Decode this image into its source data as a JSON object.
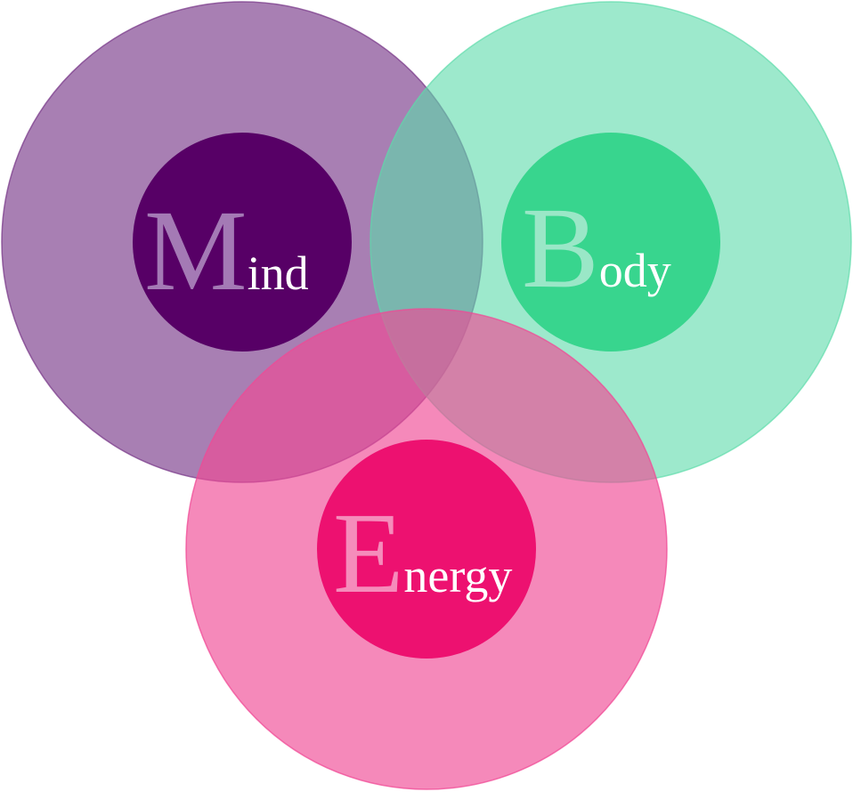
{
  "diagram": {
    "circles": [
      {
        "id": "mind",
        "initial": "M",
        "rest": "ind",
        "outer_color": "#7a3a8a",
        "outer_opacity": 0.65,
        "inner_color": "#570066",
        "initial_color": "#a47ab5",
        "text_color": "#ffffff"
      },
      {
        "id": "body",
        "initial": "B",
        "rest": "ody",
        "outer_color": "#5cdbaa",
        "outer_opacity": 0.6,
        "inner_color": "#38d58e",
        "initial_color": "#9ae7c7",
        "text_color": "#ffffff"
      },
      {
        "id": "energy",
        "initial": "E",
        "rest": "nergy",
        "outer_color": "#f04a95",
        "outer_opacity": 0.65,
        "inner_color": "#ed1170",
        "initial_color": "#f58cbb",
        "text_color": "#ffffff"
      }
    ]
  }
}
